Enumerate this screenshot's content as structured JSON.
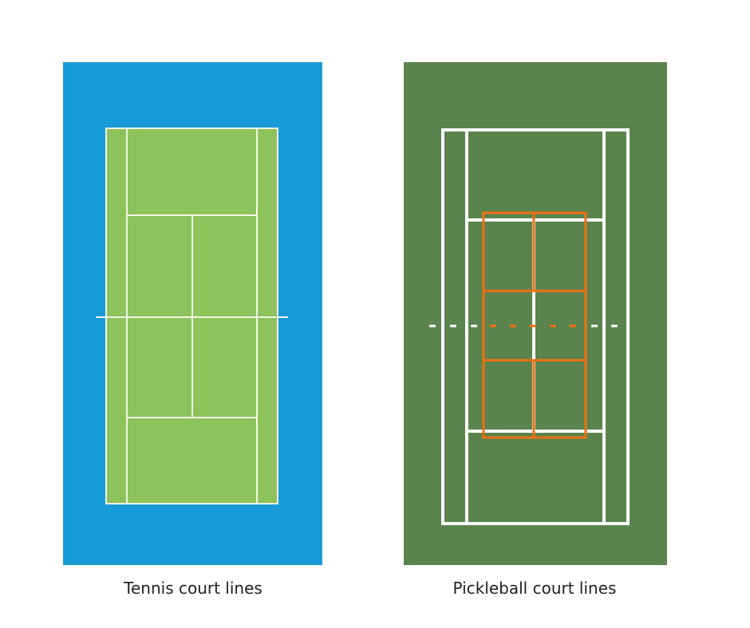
{
  "diagrams": [
    {
      "id": "tennis",
      "caption": "Tennis court lines",
      "colors": {
        "surround": "#179bd7",
        "court": "#8cc35b",
        "lines": "#f4f4e8"
      }
    },
    {
      "id": "pickleball",
      "caption": "Pickleball court lines",
      "colors": {
        "surround": "#5a834e",
        "lines": "#ffffff",
        "pickleball_lines": "#f07010"
      }
    }
  ]
}
